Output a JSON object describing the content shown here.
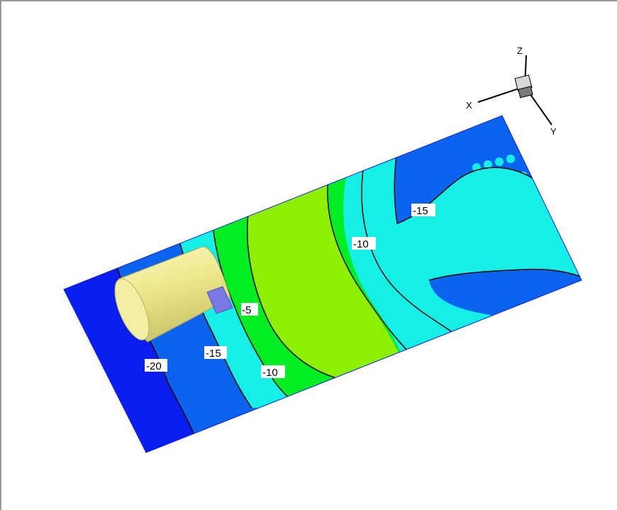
{
  "contours": {
    "colors": {
      "level_20": "#0a1ef0",
      "level_15": "#0a64f0",
      "level_10": "#14f0e6",
      "level_5": "#00ee22",
      "level_0": "#8cf000",
      "line": "#000000"
    },
    "labels": {
      "l1": "-20",
      "l2": "-15",
      "l3": "-10",
      "l4": "-5",
      "l5": "-10",
      "l6": "-15"
    }
  },
  "cylinder": {
    "body_color": "#ece88a",
    "end_color": "#7a78e6"
  },
  "axis_triad": {
    "x": "X",
    "y": "Y",
    "z": "Z"
  }
}
